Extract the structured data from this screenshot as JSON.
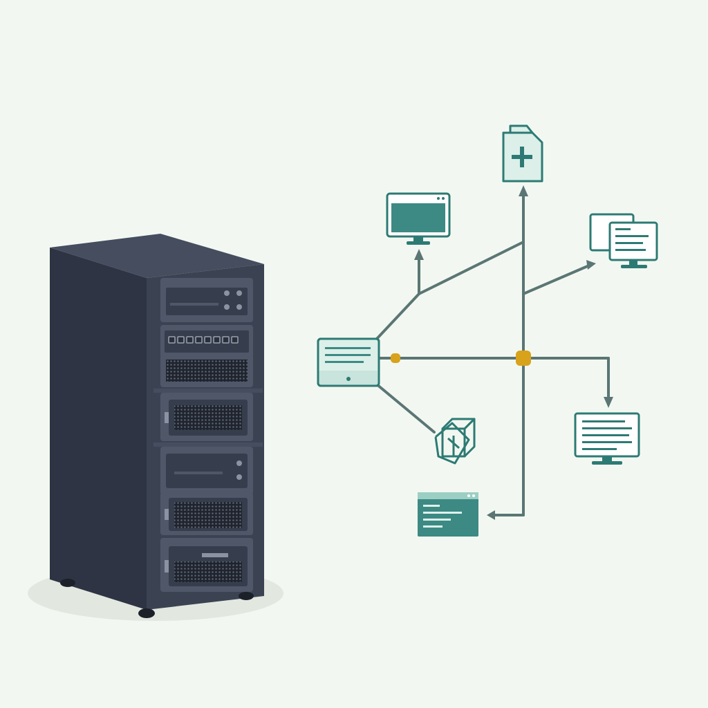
{
  "scene": {
    "background": "#f2f8f1",
    "rack": {
      "face_color": "#3b4353",
      "side_color": "#2e3443",
      "top_color": "#454d5f",
      "unit_color": "#4f5769",
      "unit_inner_color": "#363d4c",
      "foot_color": "#1c2029",
      "shadow_color": "#e2e7e0",
      "units": [
        "drive-bay",
        "switch-ports",
        "vent",
        "vent-panel",
        "drive-bay",
        "vent-panel",
        "vent-panel"
      ]
    },
    "network": {
      "line_color": "#5b7674",
      "hub_color": "#d9a21b",
      "icon_stroke": "#2d7a74",
      "icon_fill": "#3c8a83",
      "icon_light": "#dcefe9",
      "nodes": [
        "medical-document",
        "browser-monitor",
        "dual-monitors",
        "hub-tablet",
        "cube-module",
        "monitor-text",
        "terminal-window"
      ]
    }
  }
}
